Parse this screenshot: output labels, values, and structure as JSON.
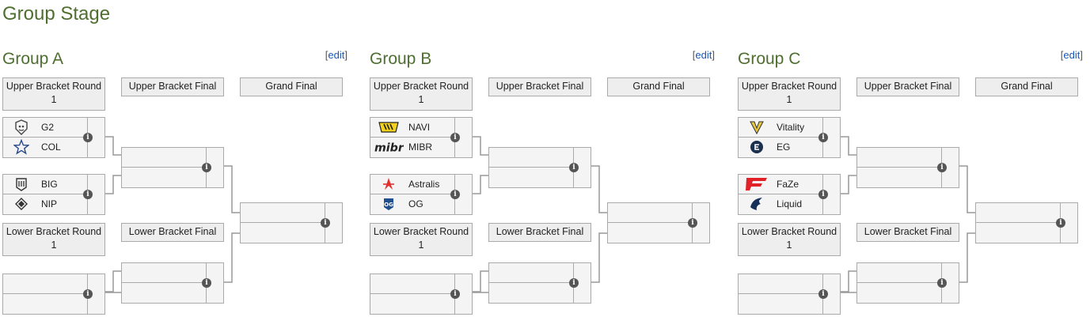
{
  "page": {
    "title": "Group Stage",
    "edit_text": "edit",
    "info_glyph": "i"
  },
  "rounds": {
    "ubr1_line1": "Upper Bracket Round",
    "ubr1_line2": "1",
    "ubf": "Upper Bracket Final",
    "gf": "Grand Final",
    "lbr1_line1": "Lower Bracket Round",
    "lbr1_line2": "1",
    "lbf": "Lower Bracket Final"
  },
  "groups": [
    {
      "title": "Group A",
      "matches": {
        "ub1": [
          "G2",
          "COL"
        ],
        "ub2": [
          "BIG",
          "NIP"
        ]
      },
      "logos": {
        "ub1": [
          "g2-logo-icon",
          "col-star-logo-icon"
        ],
        "ub2": [
          "big-logo-icon",
          "nip-logo-icon"
        ]
      }
    },
    {
      "title": "Group B",
      "matches": {
        "ub1": [
          "NAVI",
          "MIBR"
        ],
        "ub2": [
          "Astralis",
          "OG"
        ]
      },
      "logos": {
        "ub1": [
          "navi-logo-icon",
          "mibr-logo-icon"
        ],
        "ub2": [
          "astralis-logo-icon",
          "og-logo-icon"
        ]
      }
    },
    {
      "title": "Group C",
      "matches": {
        "ub1": [
          "Vitality",
          "EG"
        ],
        "ub2": [
          "FaZe",
          "Liquid"
        ]
      },
      "logos": {
        "ub1": [
          "vitality-logo-icon",
          "eg-logo-icon"
        ],
        "ub2": [
          "faze-logo-icon",
          "liquid-logo-icon"
        ]
      }
    }
  ],
  "colors": {
    "heading_green": "#4f6e2f",
    "link_blue": "#1a57b3",
    "border": "#aaaaaa",
    "cell_bg": "#f4f4f4",
    "header_bg": "#eeeeee",
    "connector": "#999999"
  }
}
